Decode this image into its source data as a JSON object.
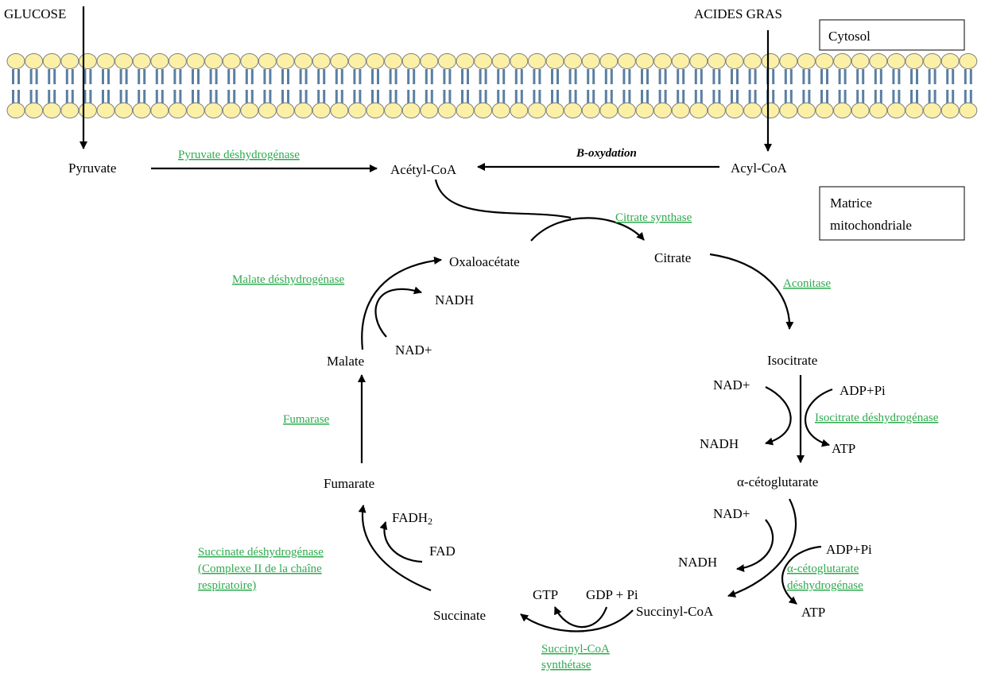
{
  "colors": {
    "enzyme_text": "#2eaa4e",
    "membrane_head_fill": "#fbf0a6",
    "membrane_head_stroke": "#7f7f7f",
    "membrane_tail": "#5a7fa2",
    "arrow": "#000000"
  },
  "compartments": {
    "cytosol": "Cytosol",
    "matrix_line1": "Matrice",
    "matrix_line2": "mitochondriale"
  },
  "inputs": {
    "glucose": "GLUCOSE",
    "fatty_acids": "ACIDES GRAS"
  },
  "metabolites": {
    "pyruvate": "Pyruvate",
    "acetyl_coa": "Acétyl-CoA",
    "acyl_coa": "Acyl-CoA",
    "citrate": "Citrate",
    "isocitrate": "Isocitrate",
    "alpha_ketoglutarate": "α-cétoglutarate",
    "succinyl_coa": "Succinyl-CoA",
    "succinate": "Succinate",
    "fumarate": "Fumarate",
    "malate": "Malate",
    "oxaloacetate": "Oxaloacétate"
  },
  "process": {
    "beta_oxidation": "B-oxydation"
  },
  "enzymes": {
    "pyruvate_dh": "Pyruvate déshydrogénase",
    "citrate_synthase": "Citrate synthase",
    "aconitase": "Aconitase",
    "isocitrate_dh": "Isocitrate déshydrogénase",
    "akg_dh_line1": "α-cétoglutarate",
    "akg_dh_line2": "déshydrogénase",
    "succinyl_coa_synthetase_line1": "Succinyl-CoA",
    "succinyl_coa_synthetase_line2": "synthétase",
    "succinate_dh_line1": "Succinate déshydrogénase",
    "succinate_dh_line2": "(Complexe II de la chaîne",
    "succinate_dh_line3": "respiratoire)",
    "fumarase": "Fumarase",
    "malate_dh": "Malate déshydrogénase"
  },
  "cofactors": {
    "isocitrate_nad": "NAD+",
    "isocitrate_nadh": "NADH",
    "isocitrate_adp": "ADP+Pi",
    "isocitrate_atp": "ATP",
    "akg_nad": "NAD+",
    "akg_nadh": "NADH",
    "akg_adp": "ADP+Pi",
    "akg_atp": "ATP",
    "gtp": "GTP",
    "gdp": "GDP + Pi",
    "fadh2": "FADH",
    "fadh2_sub": "2",
    "fad": "FAD",
    "malate_nad": "NAD+",
    "malate_nadh": "NADH"
  }
}
